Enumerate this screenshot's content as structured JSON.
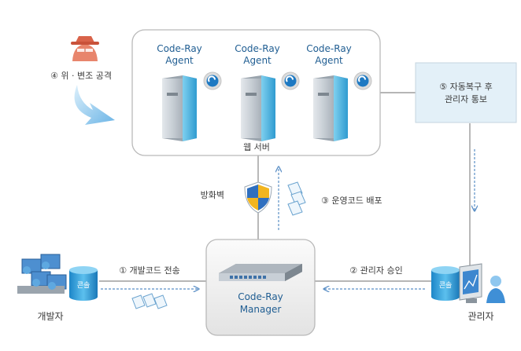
{
  "web_server": {
    "label": "웹 서버",
    "agents": [
      {
        "line1": "Code-Ray",
        "line2": "Agent"
      },
      {
        "line1": "Code-Ray",
        "line2": "Agent"
      },
      {
        "line1": "Code-Ray",
        "line2": "Agent"
      }
    ]
  },
  "attack": {
    "label": "④ 위 · 변조 공격"
  },
  "recovery": {
    "line1": "⑤ 자동복구 후",
    "line2": "관리자 통보"
  },
  "firewall": {
    "label": "방화벽"
  },
  "deploy": {
    "label": "③ 운영코드 배포"
  },
  "manager": {
    "line1": "Code-Ray",
    "line2": "Manager"
  },
  "developer": {
    "label": "개발자",
    "db_label": "콘솔"
  },
  "admin": {
    "label": "관리자",
    "db_label": "콘솔"
  },
  "step1": {
    "label": "① 개발코드 전송"
  },
  "step2": {
    "label": "② 관리자 승인"
  },
  "colors": {
    "accent": "#1f5d92",
    "arrow": "#5b8fc6",
    "box_border": "#b9b9b9"
  }
}
